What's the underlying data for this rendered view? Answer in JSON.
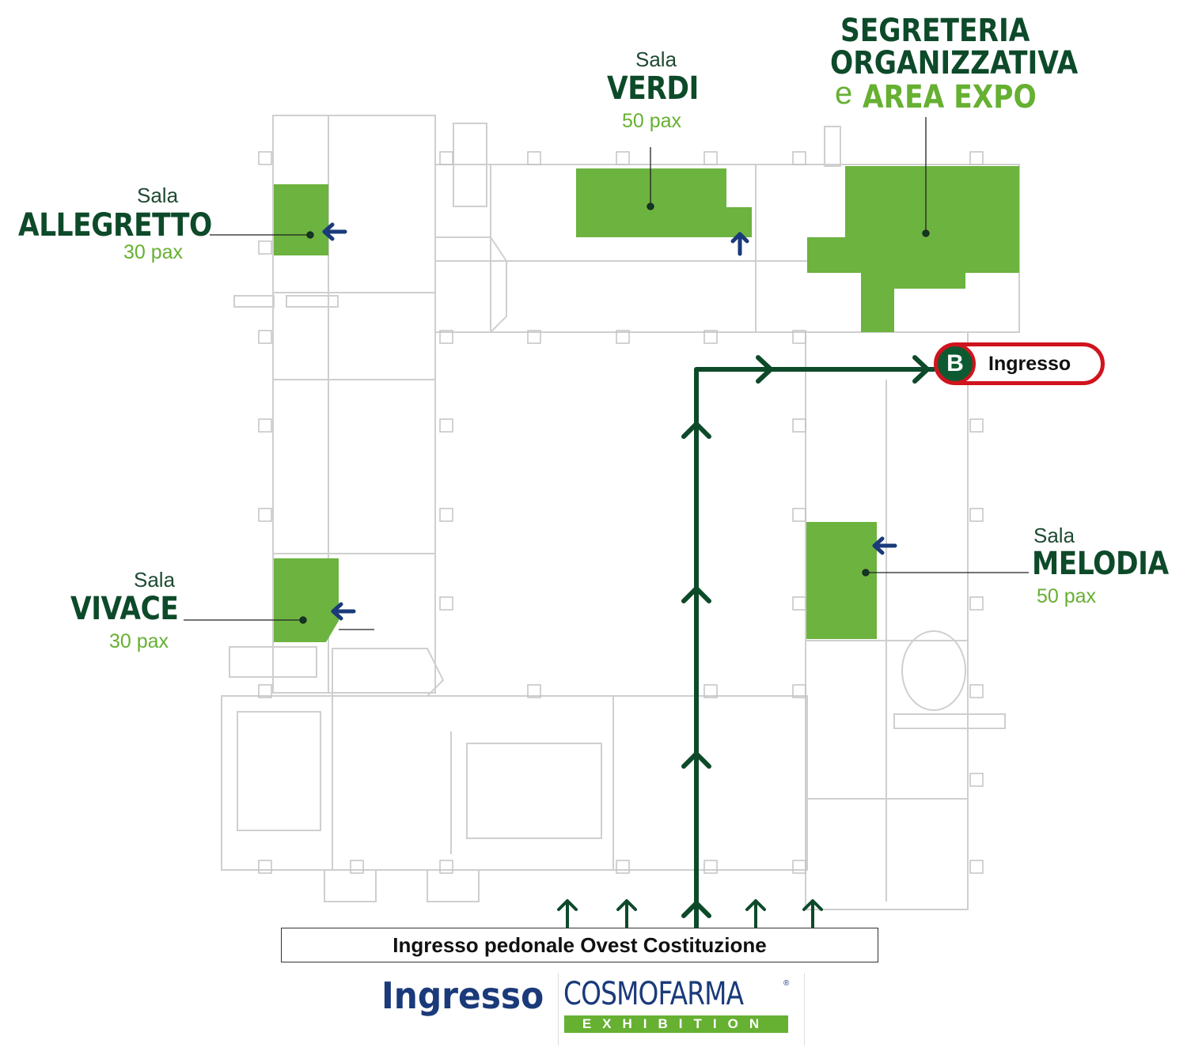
{
  "rooms": {
    "allegretto": {
      "sala": "Sala",
      "name": "ALLEGRETTO",
      "pax": "30 pax"
    },
    "vivace": {
      "sala": "Sala",
      "name": "VIVACE",
      "pax": "30 pax"
    },
    "verdi": {
      "sala": "Sala",
      "name": "VERDI",
      "pax": "50 pax"
    },
    "melodia": {
      "sala": "Sala",
      "name": "MELODIA",
      "pax": "50 pax"
    }
  },
  "segreteria": {
    "line1": "SEGRETERIA",
    "line2": "ORGANIZZATIVA",
    "e": "e",
    "line3": "AREA EXPO"
  },
  "entrance_b": {
    "letter": "B",
    "label": "Ingresso"
  },
  "pedestrian_entrance": "Ingresso pedonale Ovest Costituzione",
  "bottom_entrance": "Ingresso",
  "logo": {
    "word": "COSMOFARMA",
    "reg": "®",
    "sub": "EXHIBITION"
  },
  "colors": {
    "room_fill": "#6cb33f",
    "route": "#0d4a2a",
    "arrow_blue": "#1a3a7a",
    "entrance_ring": "#d0141e"
  }
}
